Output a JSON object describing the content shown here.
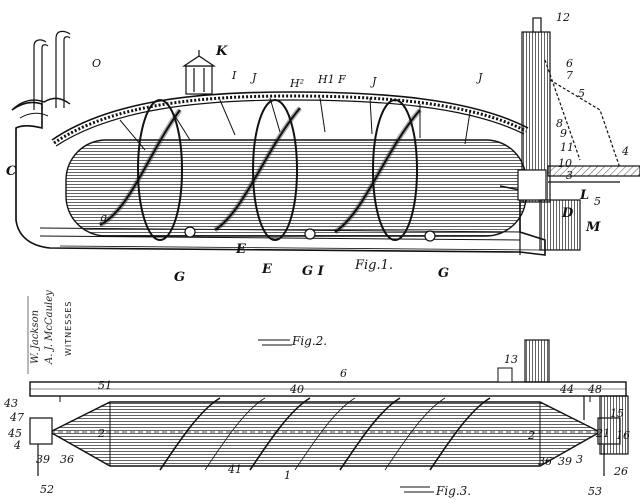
{
  "figure_captions": {
    "fig1": "Fig.1.",
    "fig2": "Fig.2.",
    "fig3": "Fig.3."
  },
  "witnesses": {
    "heading": "WITNESSES",
    "signatures": [
      "A. J. McCauley",
      "W. Jackson"
    ]
  },
  "fig1_labels": [
    {
      "id": "K",
      "text": "K"
    },
    {
      "id": "O",
      "text": "O"
    },
    {
      "id": "I",
      "text": "I"
    },
    {
      "id": "J1",
      "text": "J"
    },
    {
      "id": "H2",
      "text": "H²"
    },
    {
      "id": "H1F",
      "text": "H1 F"
    },
    {
      "id": "J2",
      "text": "J"
    },
    {
      "id": "J3",
      "text": "J"
    },
    {
      "id": "C",
      "text": "C"
    },
    {
      "id": "n12",
      "text": "12"
    },
    {
      "id": "n6",
      "text": "6"
    },
    {
      "id": "n7",
      "text": "7"
    },
    {
      "id": "n5a",
      "text": "5"
    },
    {
      "id": "n4",
      "text": "4"
    },
    {
      "id": "n8",
      "text": "8"
    },
    {
      "id": "n9",
      "text": "9"
    },
    {
      "id": "n11",
      "text": "11"
    },
    {
      "id": "n10",
      "text": "10"
    },
    {
      "id": "n3",
      "text": "3"
    },
    {
      "id": "n5b",
      "text": "5"
    },
    {
      "id": "L",
      "text": "L"
    },
    {
      "id": "D",
      "text": "D"
    },
    {
      "id": "M",
      "text": "M"
    },
    {
      "id": "g",
      "text": "g"
    },
    {
      "id": "G1",
      "text": "G"
    },
    {
      "id": "E1",
      "text": "E"
    },
    {
      "id": "E2",
      "text": "E"
    },
    {
      "id": "GI",
      "text": "G I"
    },
    {
      "id": "G2",
      "text": "G"
    }
  ],
  "fig3_labels": [
    {
      "id": "n13",
      "text": "13"
    },
    {
      "id": "n6",
      "text": "6"
    },
    {
      "id": "n51",
      "text": "51"
    },
    {
      "id": "n40",
      "text": "40"
    },
    {
      "id": "n44",
      "text": "44"
    },
    {
      "id": "n48",
      "text": "48"
    },
    {
      "id": "n15",
      "text": "15"
    },
    {
      "id": "n43",
      "text": "43"
    },
    {
      "id": "n47",
      "text": "47"
    },
    {
      "id": "n45",
      "text": "45"
    },
    {
      "id": "n4",
      "text": "4"
    },
    {
      "id": "n2a",
      "text": "2"
    },
    {
      "id": "n2b",
      "text": "2"
    },
    {
      "id": "n39a",
      "text": "39"
    },
    {
      "id": "n36a",
      "text": "36"
    },
    {
      "id": "n41",
      "text": "41"
    },
    {
      "id": "n1",
      "text": "1"
    },
    {
      "id": "n36b",
      "text": "36"
    },
    {
      "id": "n39b",
      "text": "39"
    },
    {
      "id": "n3",
      "text": "3"
    },
    {
      "id": "n21",
      "text": "21"
    },
    {
      "id": "n16",
      "text": "16"
    },
    {
      "id": "n26",
      "text": "26"
    },
    {
      "id": "n52",
      "text": "52"
    },
    {
      "id": "n53",
      "text": "53"
    }
  ]
}
